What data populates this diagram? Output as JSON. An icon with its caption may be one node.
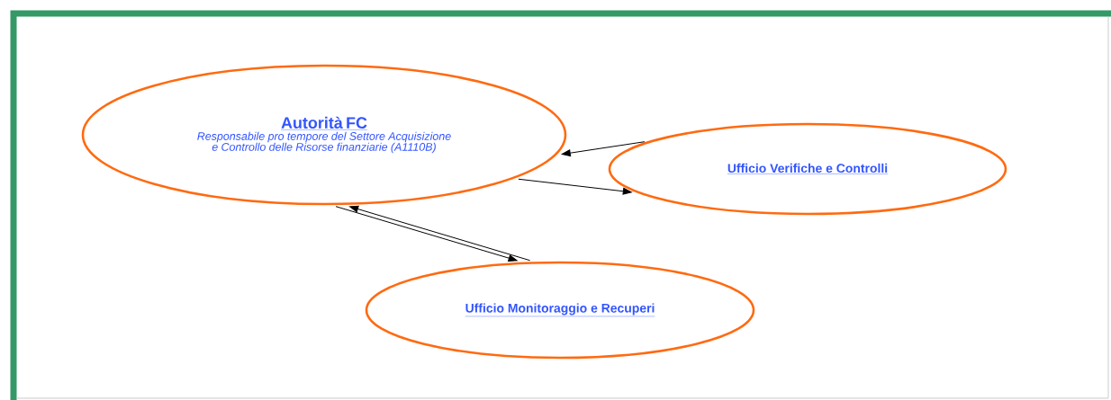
{
  "diagram": {
    "nodes": [
      {
        "text": [
          "Autorità FC",
          "Responsabile pro tempore del Settore Acquisizione e Controllo delle Risorse finanziarie (A1110B)"
        ]
      },
      {
        "text": [
          "Ufficio Verifiche e Controlli"
        ]
      },
      {
        "text": [
          "Ufficio Monitoraggio e Recuperi"
        ]
      }
    ],
    "edges": [
      {
        "from": 0,
        "to": 1,
        "arrow": "to"
      },
      {
        "from": 1,
        "to": 0,
        "arrow": "to"
      },
      {
        "from": 0,
        "to": 2,
        "arrow": "to"
      },
      {
        "from": 2,
        "to": 0,
        "arrow": "to"
      }
    ]
  }
}
